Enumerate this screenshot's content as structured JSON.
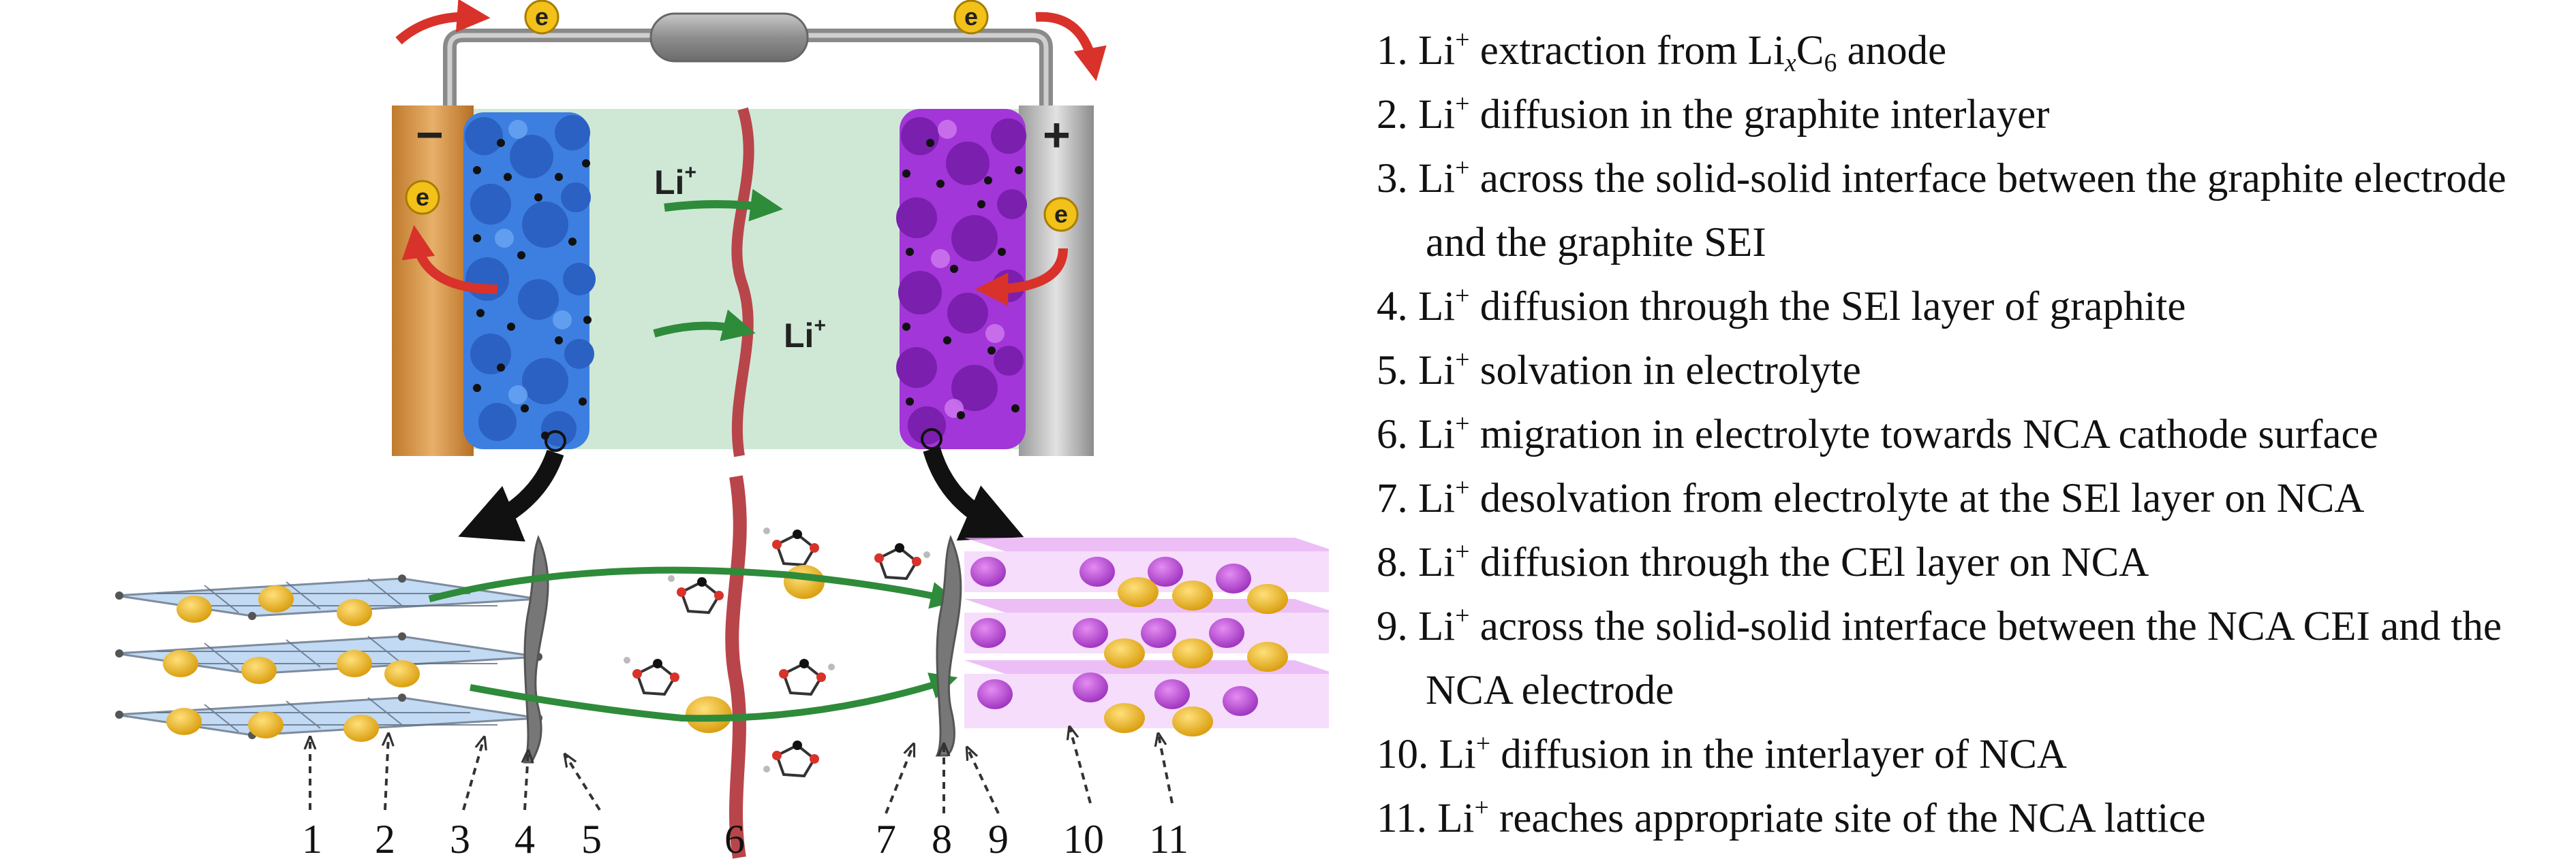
{
  "steps": [
    {
      "num": "1.",
      "pre": "Li",
      "sup": "+",
      "mid": " extraction from Li",
      "sub1": "x",
      "c": "C",
      "sub2": "6",
      "post": " anode"
    },
    {
      "num": "2.",
      "pre": "Li",
      "sup": "+",
      "text": " diffusion in the graphite interlayer"
    },
    {
      "num": "3.",
      "pre": "Li",
      "sup": "+",
      "text": " across the solid-solid interface between the graphite electrode and the graphite SEI"
    },
    {
      "num": "4.",
      "pre": "Li",
      "sup": "+",
      "text": " diffusion through the SEl layer of graphite"
    },
    {
      "num": "5.",
      "pre": "Li",
      "sup": "+",
      "text": " solvation in electrolyte"
    },
    {
      "num": "6.",
      "pre": "Li",
      "sup": "+",
      "text": " migration in electrolyte towards NCA cathode surface"
    },
    {
      "num": "7.",
      "pre": "Li",
      "sup": "+",
      "text": " desolvation from electrolyte at the SEl layer on NCA"
    },
    {
      "num": "8.",
      "pre": "Li",
      "sup": "+",
      "text": " diffusion through the CEl layer on NCA"
    },
    {
      "num": "9.",
      "pre": "Li",
      "sup": "+",
      "text": " across the solid-solid interface between the NCA CEI and the NCA electrode"
    },
    {
      "num": "10.",
      "pre": "Li",
      "sup": "+",
      "text": " diffusion in the interlayer of NCA"
    },
    {
      "num": "11.",
      "pre": "Li",
      "sup": "+",
      "text": " reaches appropriate site of the NCA lattice"
    }
  ],
  "diagram": {
    "minus_sign": "−",
    "plus_sign": "+",
    "electron_label": "e",
    "li_label": "Li",
    "li_sup": "+",
    "callouts": [
      "1",
      "2",
      "3",
      "4",
      "5",
      "6",
      "7",
      "8",
      "9",
      "10",
      "11"
    ],
    "colors": {
      "anode_blue": "#3d7fe0",
      "cathode_purple": "#a236d8",
      "electrolyte": "#cfe8d6",
      "separator": "#b8454a",
      "arrow_green": "#2e8b3a",
      "electron_red": "#d8322a",
      "li_gold": "#f0b417"
    }
  }
}
